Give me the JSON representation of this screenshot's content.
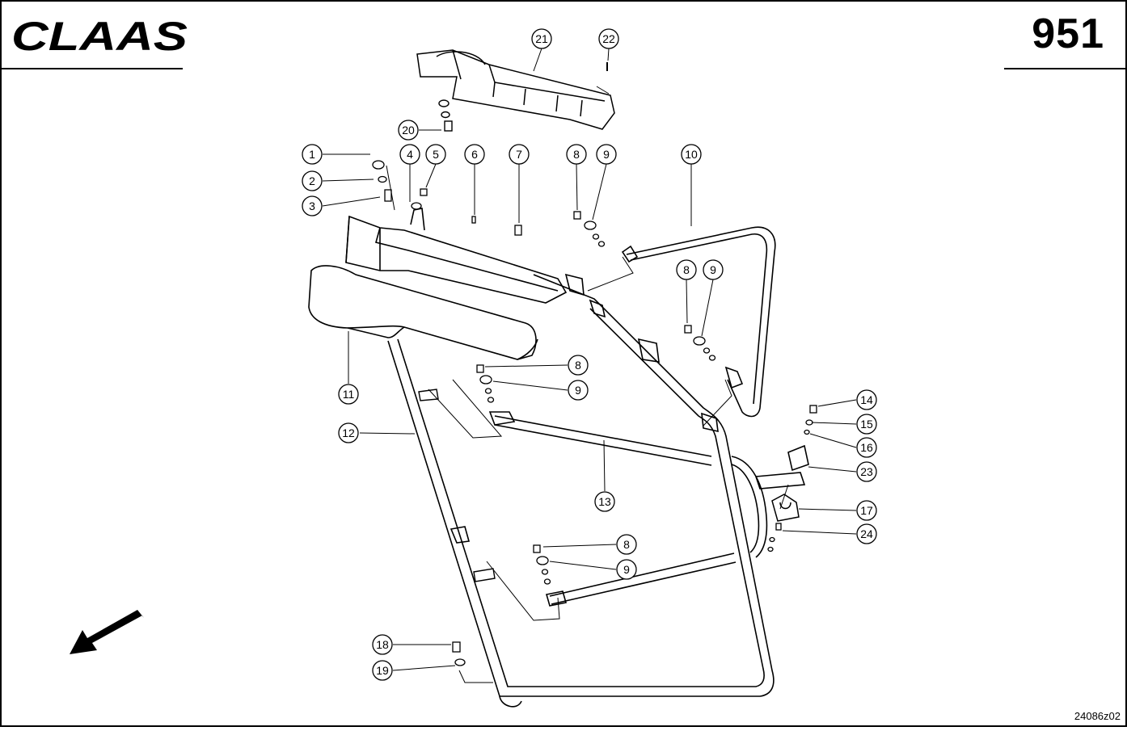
{
  "header": {
    "brand": "CLAAS",
    "page_number": "951"
  },
  "footer": {
    "drawing_number": "24086z02"
  },
  "callouts": [
    "1",
    "2",
    "3",
    "4",
    "5",
    "6",
    "7",
    "8",
    "9",
    "10",
    "11",
    "12",
    "13",
    "14",
    "15",
    "16",
    "17",
    "18",
    "19",
    "20",
    "21",
    "22",
    "23",
    "24"
  ],
  "colors": {
    "ink": "#000000",
    "paper": "#ffffff"
  },
  "icons": {
    "direction": "direction-arrow-icon"
  }
}
